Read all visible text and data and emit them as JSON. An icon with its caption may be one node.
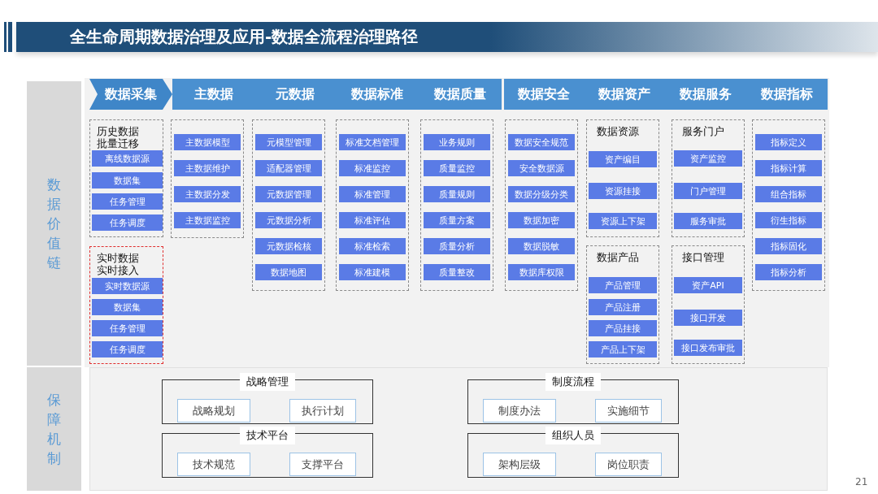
{
  "diagram": {
    "title": "全生命周期数据治理及应用-数据全流程治理路径",
    "nodes": [
      {
        "text": [
          "数据价值链"
        ]
      },
      {
        "text": [
          "保障机制"
        ]
      },
      {
        "text": [
          "数据采集"
        ]
      },
      {
        "text": [
          "主数据"
        ]
      },
      {
        "text": [
          "元数据"
        ]
      },
      {
        "text": [
          "数据标准"
        ]
      },
      {
        "text": [
          "数据质量"
        ]
      },
      {
        "text": [
          "数据安全"
        ]
      },
      {
        "text": [
          "数据资产"
        ]
      },
      {
        "text": [
          "数据服务"
        ]
      },
      {
        "text": [
          "数据指标"
        ]
      },
      {
        "text": [
          "历史数据批量迁移"
        ]
      },
      {
        "text": [
          "离线数据源"
        ],
        "in": 11
      },
      {
        "text": [
          "数据集"
        ],
        "in": 11
      },
      {
        "text": [
          "任务管理"
        ],
        "in": 11
      },
      {
        "text": [
          "任务调度"
        ],
        "in": 11
      },
      {
        "text": [
          "实时数据实时接入"
        ]
      },
      {
        "text": [
          "实时数据源"
        ],
        "in": 16
      },
      {
        "text": [
          "数据集"
        ],
        "in": 16
      },
      {
        "text": [
          "任务管理"
        ],
        "in": 16
      },
      {
        "text": [
          "任务调度"
        ],
        "in": 16
      },
      {
        "text": [],
        "shape": "box"
      },
      {
        "text": [
          "主数据模型"
        ],
        "in": 21
      },
      {
        "text": [
          "主数据维护"
        ],
        "in": 21
      },
      {
        "text": [
          "主数据分发"
        ],
        "in": 21
      },
      {
        "text": [
          "主数据监控"
        ],
        "in": 21
      },
      {
        "text": [],
        "shape": "box"
      },
      {
        "text": [
          "元模型管理"
        ],
        "in": 26
      },
      {
        "text": [
          "适配器管理"
        ],
        "in": 26
      },
      {
        "text": [
          "元数据管理"
        ],
        "in": 26
      },
      {
        "text": [
          "元数据分析"
        ],
        "in": 26
      },
      {
        "text": [
          "元数据检核"
        ],
        "in": 26
      },
      {
        "text": [
          "数据地图"
        ],
        "in": 26
      },
      {
        "text": [],
        "shape": "box"
      },
      {
        "text": [
          "标准文档管理"
        ],
        "in": 33
      },
      {
        "text": [
          "标准监控"
        ],
        "in": 33
      },
      {
        "text": [
          "标准管理"
        ],
        "in": 33
      },
      {
        "text": [
          "标准评估"
        ],
        "in": 33
      },
      {
        "text": [
          "标准检索"
        ],
        "in": 33
      },
      {
        "text": [
          "标准建模"
        ],
        "in": 33
      },
      {
        "text": [],
        "shape": "box"
      },
      {
        "text": [
          "业务规则"
        ],
        "in": 40
      },
      {
        "text": [
          "质量监控"
        ],
        "in": 40
      },
      {
        "text": [
          "质量规则"
        ],
        "in": 40
      },
      {
        "text": [
          "质量方案"
        ],
        "in": 40
      },
      {
        "text": [
          "质量分析"
        ],
        "in": 40
      },
      {
        "text": [
          "质量整改"
        ],
        "in": 40
      },
      {
        "text": [],
        "shape": "box"
      },
      {
        "text": [
          "数据安全规范"
        ],
        "in": 47
      },
      {
        "text": [
          "安全数据源"
        ],
        "in": 47
      },
      {
        "text": [
          "数据分级分类"
        ],
        "in": 47
      },
      {
        "text": [
          "数据加密"
        ],
        "in": 47
      },
      {
        "text": [
          "数据脱敏"
        ],
        "in": 47
      },
      {
        "text": [
          "数据库权限"
        ],
        "in": 47
      },
      {
        "text": [
          "数据资源"
        ]
      },
      {
        "text": [
          "资产编目"
        ],
        "in": 54
      },
      {
        "text": [
          "资源挂接"
        ],
        "in": 54
      },
      {
        "text": [
          "资源上下架"
        ],
        "in": 54
      },
      {
        "text": [
          "数据产品"
        ]
      },
      {
        "text": [
          "产品管理"
        ],
        "in": 58
      },
      {
        "text": [
          "产品注册"
        ],
        "in": 58
      },
      {
        "text": [
          "产品挂接"
        ],
        "in": 58
      },
      {
        "text": [
          "产品上下架"
        ],
        "in": 58
      },
      {
        "text": [
          "服务门户"
        ]
      },
      {
        "text": [
          "资产监控"
        ],
        "in": 63
      },
      {
        "text": [
          "门户管理"
        ],
        "in": 63
      },
      {
        "text": [
          "服务审批"
        ],
        "in": 63
      },
      {
        "text": [
          "接口管理"
        ]
      },
      {
        "text": [
          "资产API"
        ],
        "in": 67
      },
      {
        "text": [
          "接口开发"
        ],
        "in": 67
      },
      {
        "text": [
          "接口发布审批"
        ],
        "in": 67
      },
      {
        "text": [],
        "shape": "box"
      },
      {
        "text": [
          "指标定义"
        ],
        "in": 71
      },
      {
        "text": [
          "指标计算"
        ],
        "in": 71
      },
      {
        "text": [
          "组合指标"
        ],
        "in": 71
      },
      {
        "text": [
          "衍生指标"
        ],
        "in": 71
      },
      {
        "text": [
          "指标固化"
        ],
        "in": 71
      },
      {
        "text": [
          "指标分析"
        ],
        "in": 71
      },
      {
        "text": [
          "战略管理"
        ]
      },
      {
        "text": [
          "战略规划"
        ],
        "in": 78
      },
      {
        "text": [
          "执行计划"
        ],
        "in": 78
      },
      {
        "text": [
          "技术平台"
        ]
      },
      {
        "text": [
          "技术规范"
        ],
        "in": 81
      },
      {
        "text": [
          "支撑平台"
        ],
        "in": 81
      },
      {
        "text": [
          "制度流程"
        ]
      },
      {
        "text": [
          "制度办法"
        ],
        "in": 84
      },
      {
        "text": [
          "实施细节"
        ],
        "in": 84
      },
      {
        "text": [
          "组织人员"
        ]
      },
      {
        "text": [
          "架构层级"
        ],
        "in": 87
      },
      {
        "text": [
          "岗位职责"
        ],
        "in": 87
      }
    ],
    "labels": [
      "21"
    ]
  }
}
